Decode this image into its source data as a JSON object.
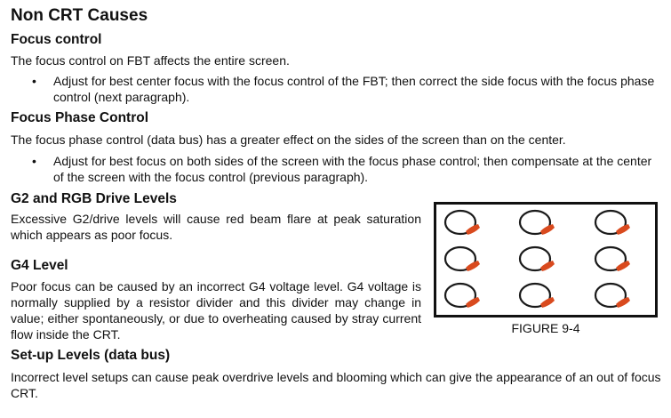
{
  "title": "Non CRT Causes",
  "sections": {
    "focus_control": {
      "heading": "Focus control",
      "text": "The focus control on FBT affects the entire screen.",
      "bullet": "Adjust for best center focus with the focus control of the FBT; then correct the side focus with the focus phase control (next paragraph)."
    },
    "focus_phase": {
      "heading": "Focus Phase Control",
      "text": "The focus phase control (data bus) has a greater effect on the sides of the screen than on the center.",
      "bullet": "Adjust for best focus on both sides of the screen with the focus phase control; then compensate at the center of the screen with the focus control (previous paragraph)."
    },
    "g2": {
      "heading": "G2 and RGB Drive Levels",
      "text": "Excessive G2/drive levels will cause red beam flare at peak saturation which appears as poor focus."
    },
    "g4": {
      "heading": "G4 Level",
      "text": "Poor focus can be caused by an incorrect G4 voltage level. G4 voltage is normally supplied by a resistor divider and this divider may change in value; either spontaneously, or due to overheating caused by stray current flow inside the CRT."
    },
    "setup": {
      "heading": "Set-up Levels (data bus)",
      "text": "Incorrect level setups can cause peak overdrive levels and blooming which can give the appearance of an out of focus CRT."
    }
  },
  "bullet_symbol": "•",
  "figure": {
    "caption": "FIGURE 9-4",
    "flare_color": "#d94a1e",
    "ring_color": "#1a1a1a"
  }
}
